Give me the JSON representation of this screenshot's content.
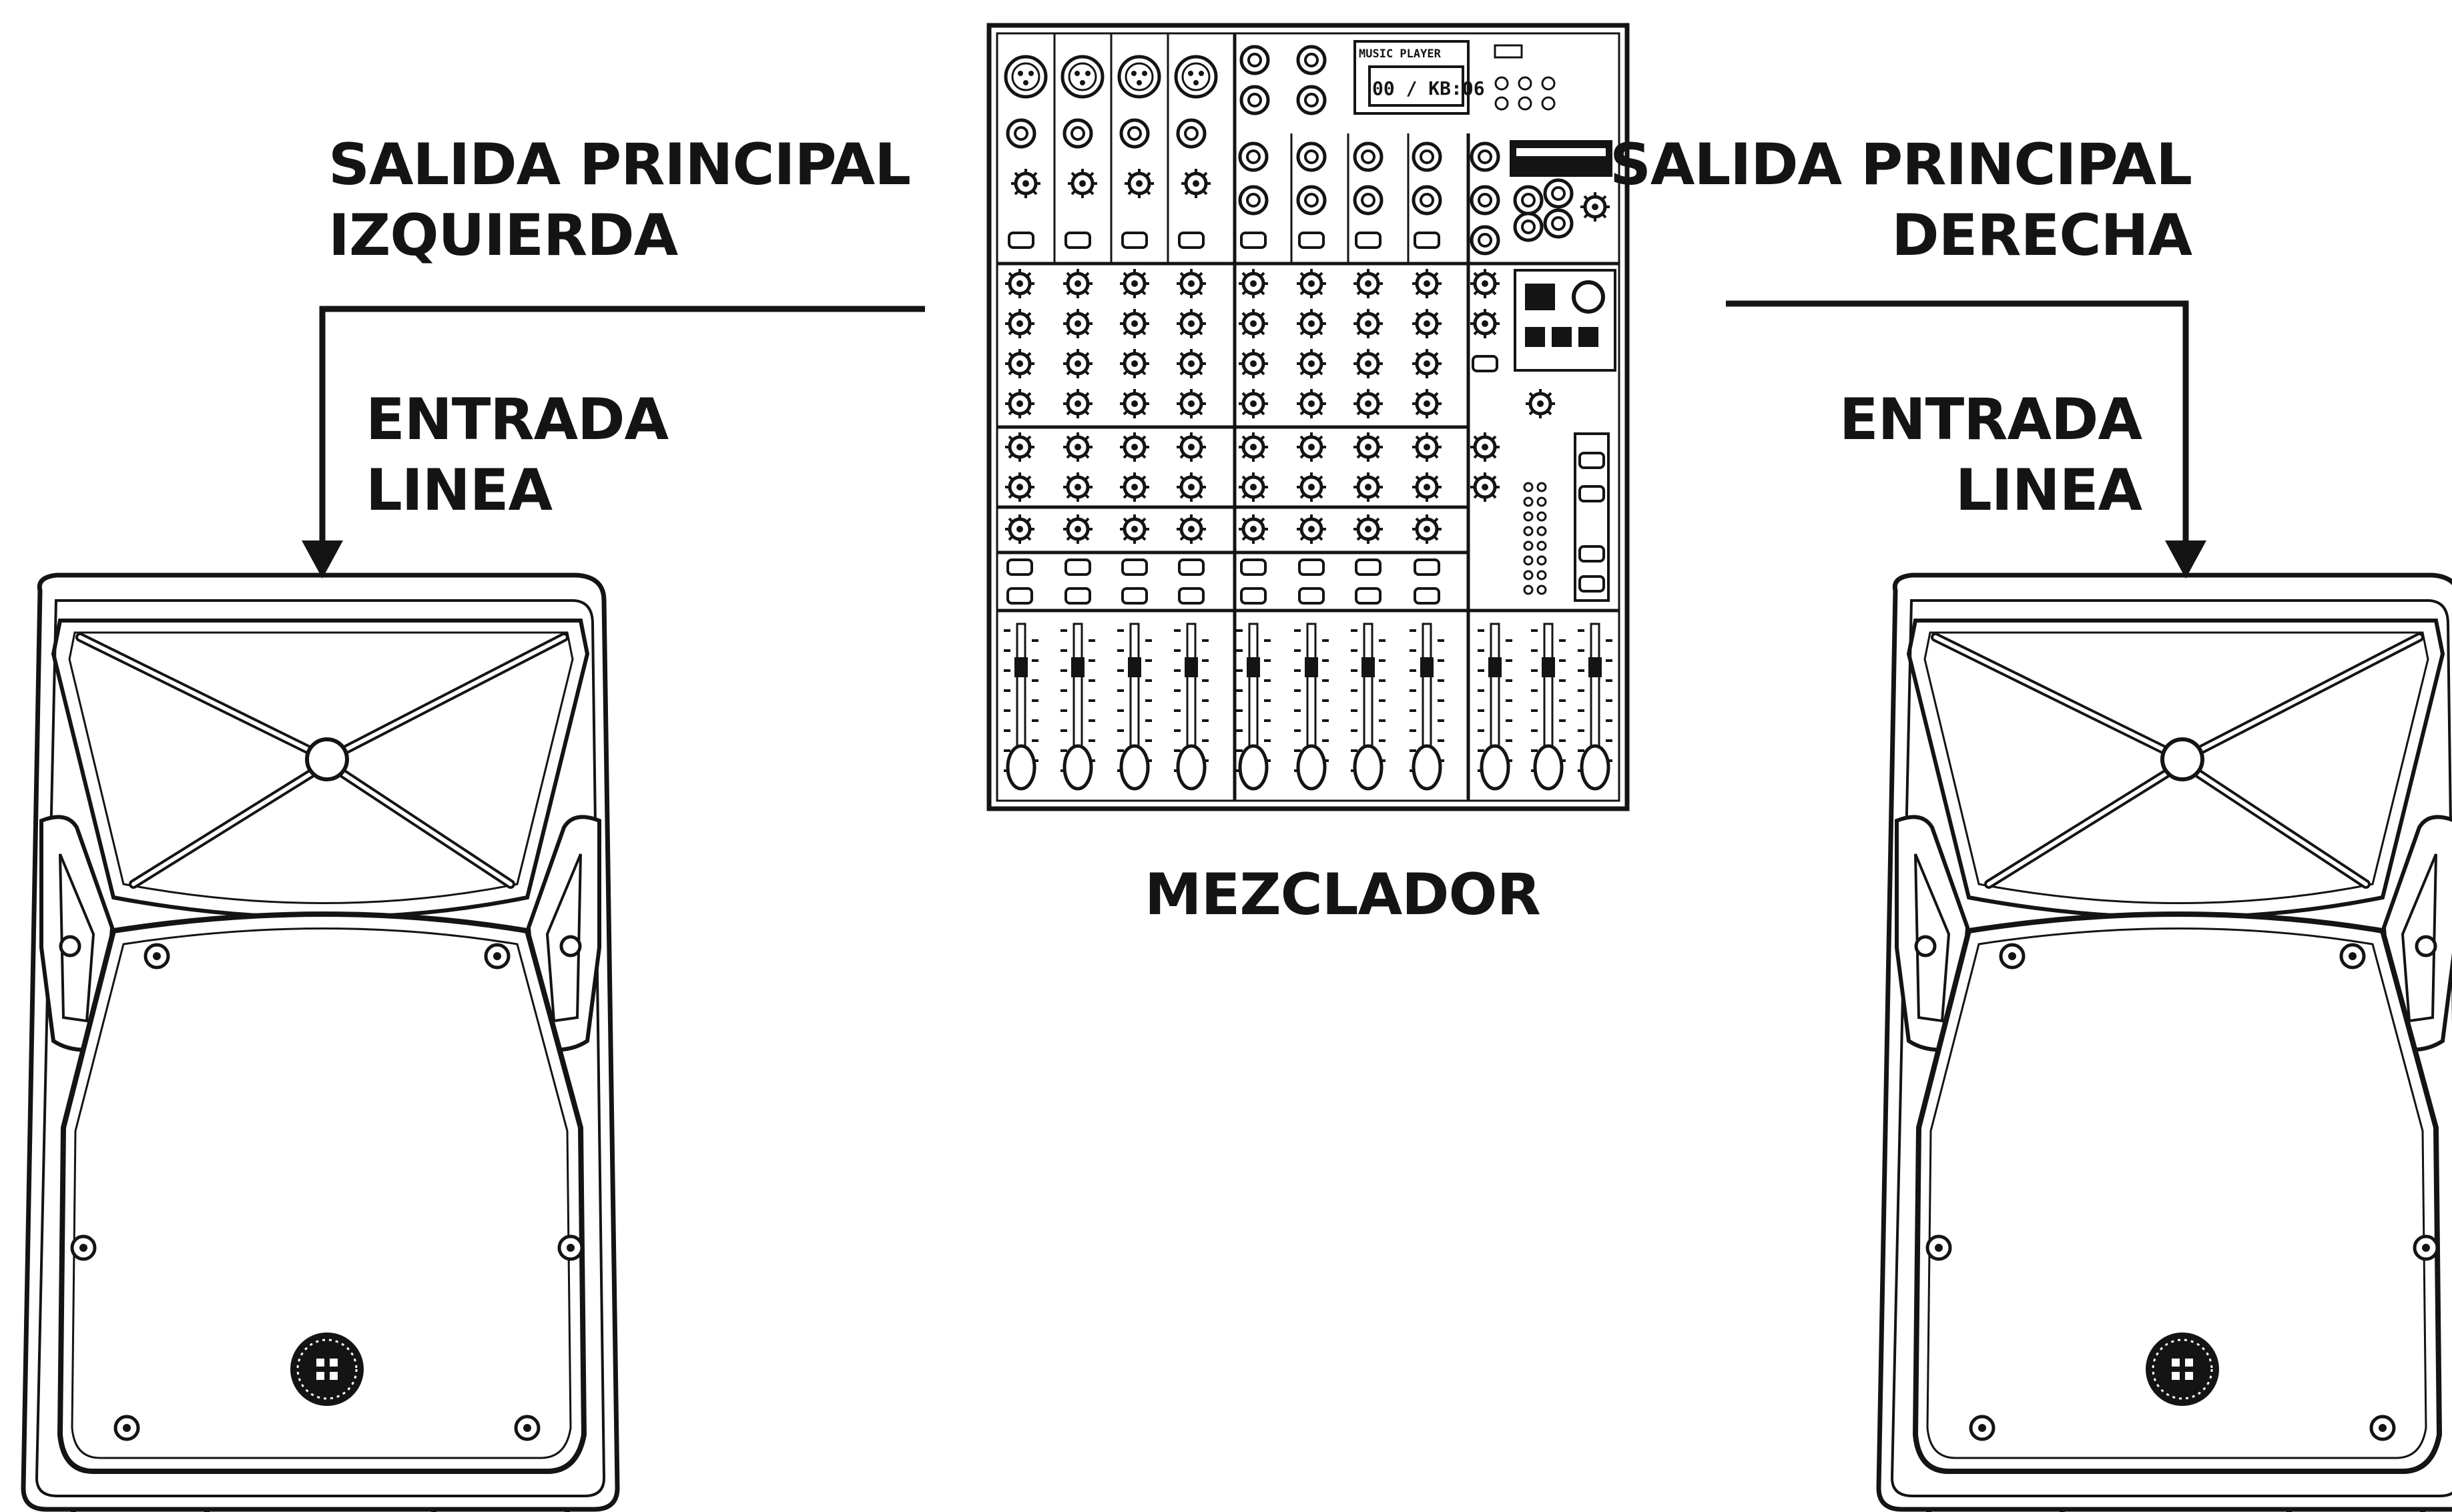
{
  "labels": {
    "left_output": [
      "SALIDA PRINCIPAL",
      "IZQUIERDA"
    ],
    "left_input": [
      "ENTRADA",
      "LINEA"
    ],
    "right_output": [
      "SALIDA PRINCIPAL",
      "DERECHA"
    ],
    "right_input": [
      "ENTRADA",
      "LINEA"
    ],
    "mixer": "MEZCLADOR"
  },
  "mixer": {
    "music_player_label": "MUSIC PLAYER",
    "display_readout": "00 / KB:06",
    "mono_channels": 4,
    "stereo_channels": 4
  },
  "colors": {
    "ink": "#141414",
    "background": "#ffffff"
  }
}
